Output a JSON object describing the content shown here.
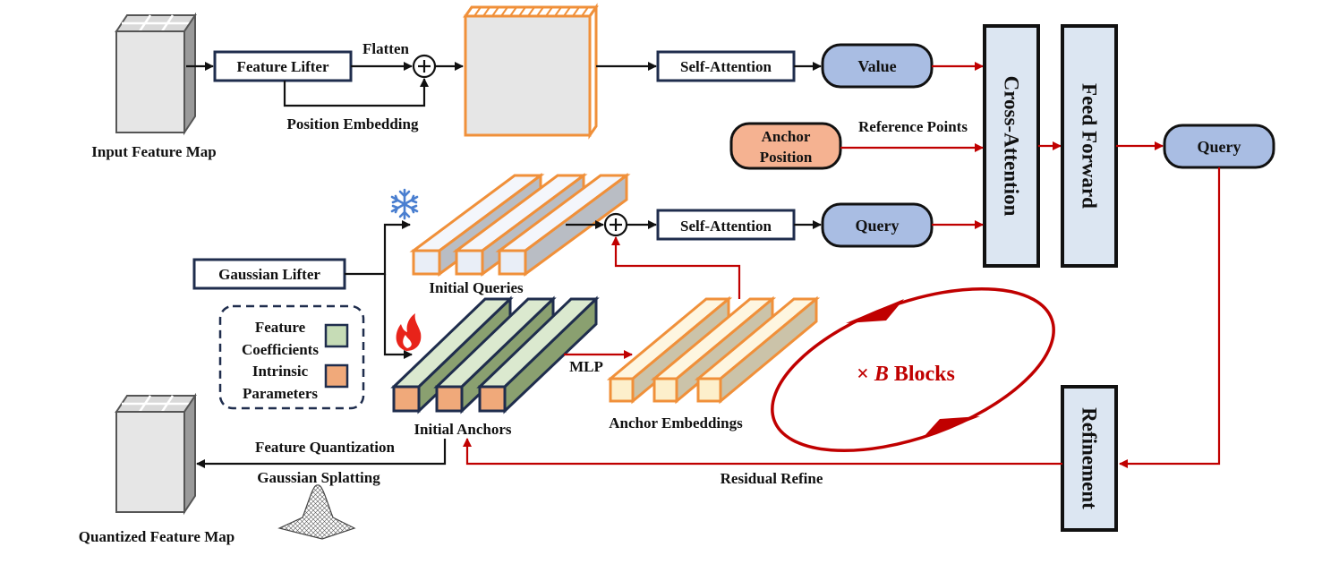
{
  "labels": {
    "input_feature_map": "Input Feature Map",
    "feature_lifter": "Feature Lifter",
    "flatten": "Flatten",
    "position_embedding": "Position Embedding",
    "self_attention_top": "Self-Attention",
    "value": "Value",
    "cross_attention": "Cross-Attention",
    "feed_forward": "Feed Forward",
    "query_out": "Query",
    "anchor_position_line1": "Anchor",
    "anchor_position_line2": "Position",
    "reference_points": "Reference Points",
    "initial_queries": "Initial Queries",
    "self_attention_mid": "Self-Attention",
    "query_mid": "Query",
    "gaussian_lifter": "Gaussian Lifter",
    "legend_feature_line1": "Feature",
    "legend_feature_line2": "Coefficients",
    "legend_intrinsic_line1": "Intrinsic",
    "legend_intrinsic_line2": "Parameters",
    "mlp": "MLP",
    "initial_anchors": "Initial Anchors",
    "anchor_embeddings": "Anchor Embeddings",
    "blocks_prefix": "× ",
    "blocks_var": "B",
    "blocks_suffix": " Blocks",
    "refinement": "Refinement",
    "residual_refine": "Residual Refine",
    "feature_quantization": "Feature Quantization",
    "gaussian_splatting": "Gaussian Splatting",
    "quantized_feature_map": "Quantized Feature Map"
  },
  "colors": {
    "navy": "#1f2d4d",
    "red_arrow": "#c00000",
    "orange_outline": "#f0903a",
    "green_fill": "#c6dcb6",
    "salmon_fill": "#f0a97a",
    "light_blue_fill": "#dce6f2",
    "pill_blue": "#a9bde3",
    "pill_orange": "#f5b291",
    "cream_fill": "#fdefcb",
    "query_bar_fill": "#e9eef7"
  },
  "icons": {
    "frozen": "snowflake-icon",
    "trainable": "flame-icon",
    "gaussian": "gaussian-surface-icon"
  }
}
